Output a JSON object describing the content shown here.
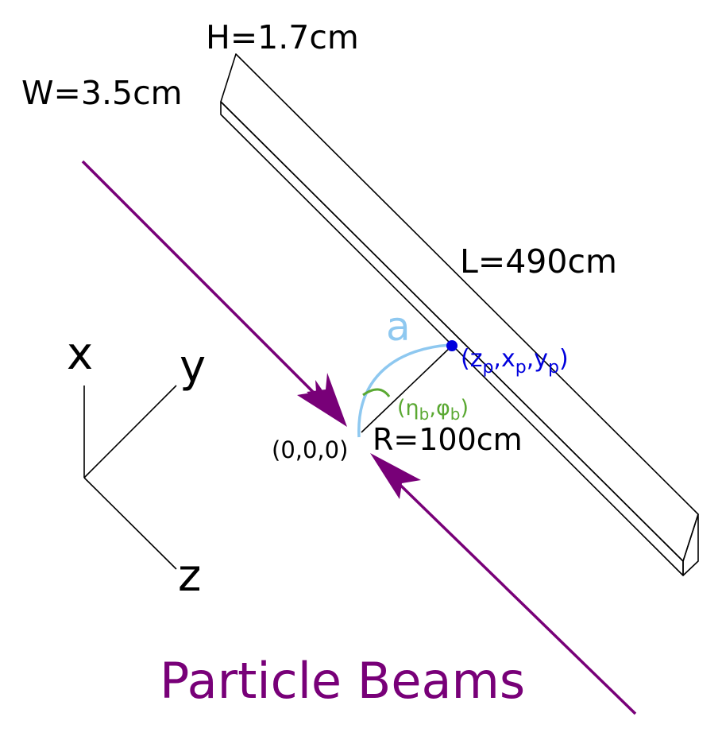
{
  "labels": {
    "height": "H=1.7cm",
    "width": "W=3.5cm",
    "length": "L=490cm",
    "radius": "R=100cm",
    "origin": "(0,0,0)",
    "point_a": "a",
    "point_coords": {
      "open": "(z",
      "sub1": "p",
      "mid1": ",x",
      "sub2": "p",
      "mid2": ",y",
      "sub3": "p",
      "close": ")"
    },
    "angle": {
      "open": "(η",
      "sub1": "b",
      "mid": ",φ",
      "sub2": "b",
      "close": ")"
    },
    "axis_x": "x",
    "axis_y": "y",
    "axis_z": "z",
    "beams": "Particle Beams"
  },
  "colors": {
    "beam": "#780078",
    "arc": "#8ec8f0",
    "point": "#0000dd",
    "angle": "#5aa832",
    "outline": "#000000"
  }
}
